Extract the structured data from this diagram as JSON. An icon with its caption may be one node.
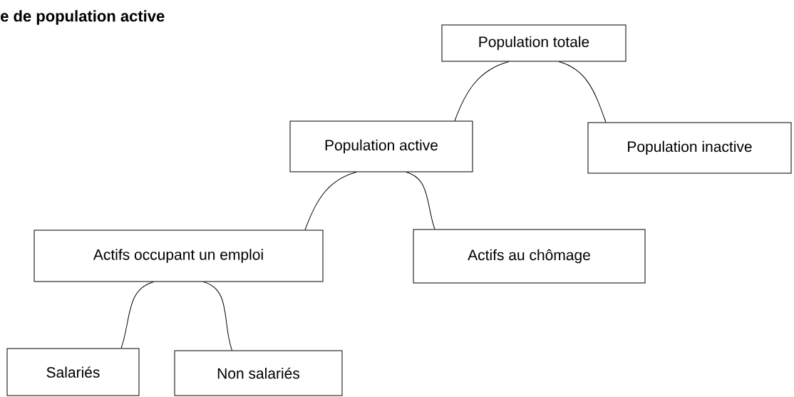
{
  "diagram": {
    "title": "e de population active",
    "nodes": [
      {
        "text": [
          "Population totale"
        ]
      },
      {
        "text": [
          "Population active"
        ]
      },
      {
        "text": [
          "Population inactive"
        ]
      },
      {
        "text": [
          "Actifs occupant un emploi"
        ]
      },
      {
        "text": [
          "Actifs au chômage"
        ]
      },
      {
        "text": [
          "Salariés"
        ]
      },
      {
        "text": [
          "Non salariés"
        ]
      }
    ],
    "edges": [
      {
        "from": 0,
        "to": 1,
        "arrow": "none"
      },
      {
        "from": 0,
        "to": 2,
        "arrow": "none"
      },
      {
        "from": 1,
        "to": 3,
        "arrow": "none"
      },
      {
        "from": 1,
        "to": 4,
        "arrow": "none"
      },
      {
        "from": 3,
        "to": 5,
        "arrow": "none"
      },
      {
        "from": 3,
        "to": 6,
        "arrow": "none"
      }
    ]
  }
}
